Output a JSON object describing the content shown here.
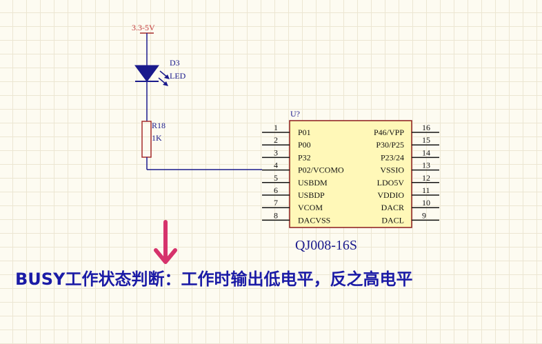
{
  "schematic": {
    "power_label": "3.3-5V",
    "led": {
      "ref": "D3",
      "value": "LED"
    },
    "resistor": {
      "ref": "R18",
      "value": "1K"
    },
    "ic": {
      "ref": "U?",
      "part_number": "QJ008-16S",
      "left_pins": [
        {
          "num": "1",
          "name": "P01"
        },
        {
          "num": "2",
          "name": "P00"
        },
        {
          "num": "3",
          "name": "P32"
        },
        {
          "num": "4",
          "name": "P02/VCOMO"
        },
        {
          "num": "5",
          "name": "USBDM"
        },
        {
          "num": "6",
          "name": "USBDP"
        },
        {
          "num": "7",
          "name": "VCOM"
        },
        {
          "num": "8",
          "name": "DACVSS"
        }
      ],
      "right_pins": [
        {
          "num": "16",
          "name": "P46/VPP"
        },
        {
          "num": "15",
          "name": "P30/P25"
        },
        {
          "num": "14",
          "name": "P23/24"
        },
        {
          "num": "13",
          "name": "VSSIO"
        },
        {
          "num": "12",
          "name": "LDO5V"
        },
        {
          "num": "11",
          "name": "VDDIO"
        },
        {
          "num": "10",
          "name": "DACR"
        },
        {
          "num": "9",
          "name": "DACL"
        }
      ]
    }
  },
  "annotation": {
    "caption": "BUSY工作状态判断：工作时输出低电平，反之高电平",
    "arrow_icon": "down-arrow-icon",
    "arrow_color": "#d6336c"
  },
  "colors": {
    "wire": "#1a1a8c",
    "component_outline": "#a52a2a",
    "ic_fill": "#fff8b8",
    "caption": "#1b1ba6",
    "label_red": "#c23a3a"
  }
}
